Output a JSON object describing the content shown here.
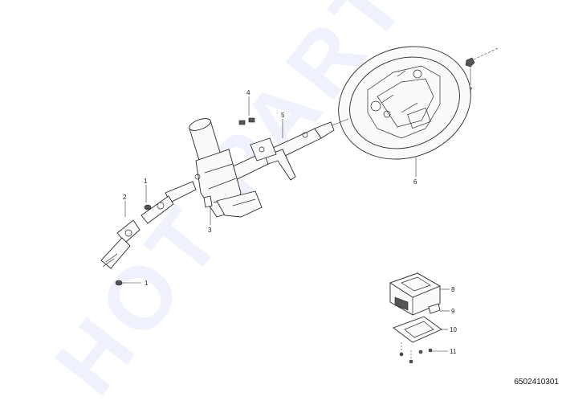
{
  "watermark": "HOT PARTS",
  "diagram_code": "6502410301",
  "callouts": {
    "c1a": "1",
    "c1b": "1",
    "c2": "2",
    "c3": "3",
    "c4": "4",
    "c5": "5",
    "c6": "6",
    "c7": "7",
    "c8": "8",
    "c9": "9",
    "c10": "10",
    "c11": "11"
  }
}
